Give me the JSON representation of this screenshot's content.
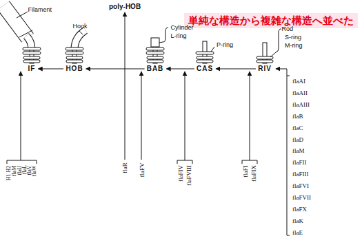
{
  "diagram": {
    "nodes": [
      {
        "text": [
          "IF"
        ]
      },
      {
        "text": [
          "HOB"
        ]
      },
      {
        "text": [
          "BAB"
        ]
      },
      {
        "text": [
          "CAS"
        ]
      },
      {
        "text": [
          "RIV"
        ]
      }
    ],
    "edges": [
      {
        "from": 4,
        "to": 3,
        "arrow": "to"
      },
      {
        "from": 3,
        "to": 2,
        "arrow": "to"
      },
      {
        "from": 2,
        "to": 1,
        "arrow": "to"
      },
      {
        "from": 1,
        "to": 0,
        "arrow": "to"
      }
    ],
    "labels": [
      "poly-HOB",
      "単純な構造から複雑な構造へ並べた",
      "Filament",
      "Hook",
      "Cylinder",
      "L-ring",
      "P-ring",
      "Rod",
      "S-ring",
      "M-ring",
      "H1 H2",
      "flaM",
      "flaU",
      "flaL",
      "flaV",
      "flaW",
      "flaR",
      "flaFV",
      "flaFIV",
      "flaFVIII",
      "flaFI",
      "flaFIX",
      "flaAI",
      "flaAII",
      "flaAIII",
      "flaB",
      "flaC",
      "flaD",
      "flaM",
      "flaFII",
      "flaFIII",
      "flaFVI",
      "flaFVII",
      "flaFX",
      "flaK",
      "flaE"
    ]
  }
}
